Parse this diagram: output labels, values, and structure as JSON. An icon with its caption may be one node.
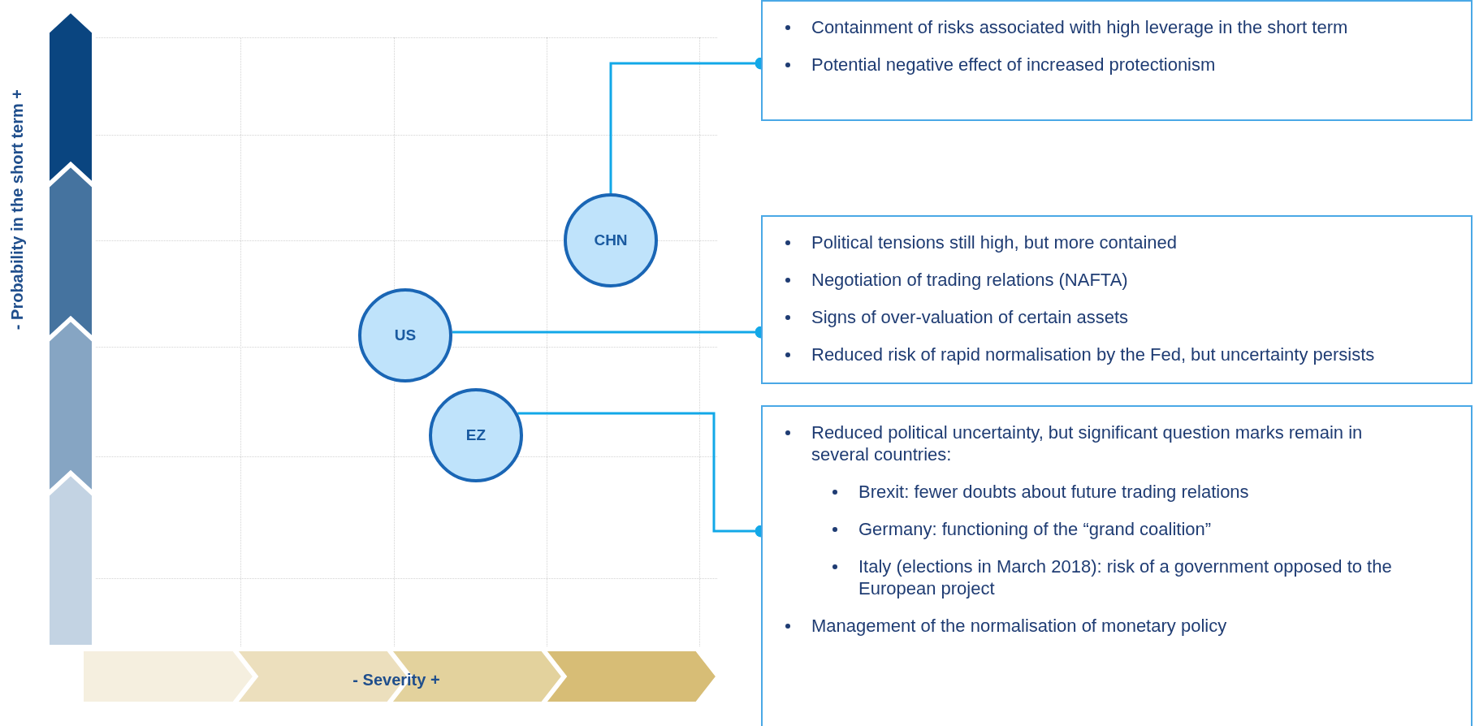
{
  "diagram": {
    "nodes": [
      {
        "text": [
          "CHN"
        ]
      },
      {
        "text": [
          "US"
        ]
      },
      {
        "text": [
          "EZ"
        ]
      },
      {
        "text": [
          "Containment of risks associated with high leverage in the short term",
          "Potential negative effect of increased protectionism"
        ]
      },
      {
        "text": [
          "Political tensions still high, but more contained",
          "Negotiation of trading relations (NAFTA)",
          "Signs of over-valuation of certain assets",
          "Reduced risk of rapid normalisation by the Fed, but uncertainty persists"
        ]
      },
      {
        "text": [
          "Reduced political uncertainty, but significant question marks remain in several countries:",
          "Brexit: fewer doubts about future trading relations",
          "Germany: functioning of the “grand coalition”",
          "Italy  (elections in March 2018): risk of a government opposed to the European project",
          "Management of the normalisation of monetary policy"
        ]
      }
    ],
    "edges": [
      {
        "from": 0,
        "to": 3,
        "arrow": "other"
      },
      {
        "from": 1,
        "to": 4,
        "arrow": "other"
      },
      {
        "from": 2,
        "to": 5,
        "arrow": "other"
      }
    ],
    "labels": [
      "- Probability in the short term +",
      "- Severity +"
    ]
  }
}
